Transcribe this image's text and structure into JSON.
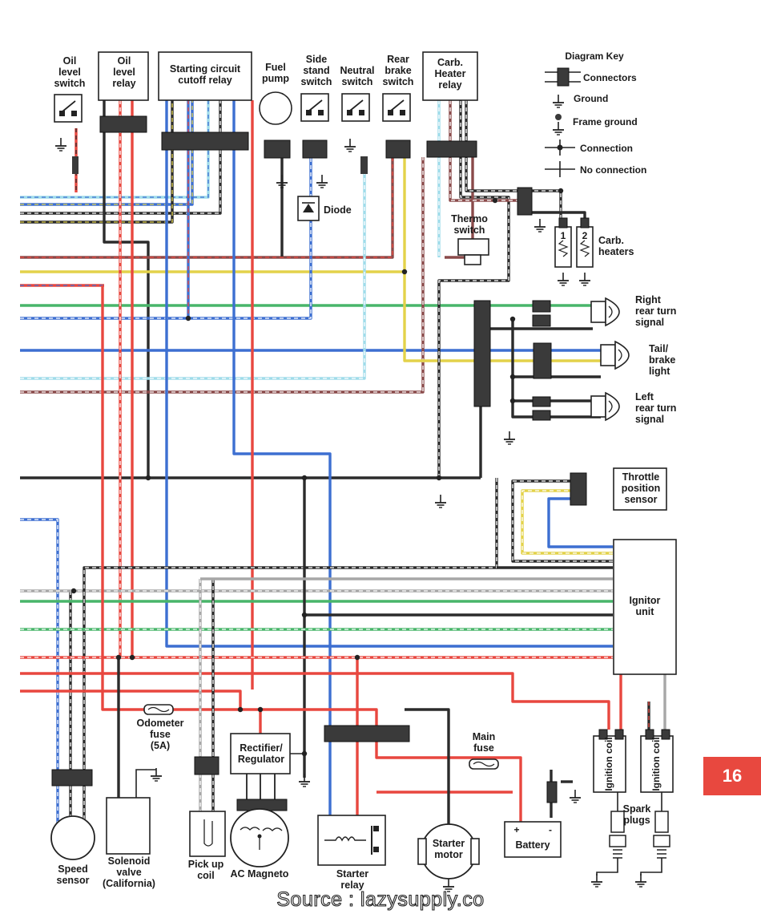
{
  "components": {
    "oil_level_switch": [
      "Oil",
      "level",
      "switch"
    ],
    "oil_level_relay": [
      "Oil",
      "level",
      "relay"
    ],
    "starting_circuit": [
      "Starting circuit",
      "cutoff relay"
    ],
    "fuel_pump": [
      "Fuel",
      "pump"
    ],
    "side_stand_switch": [
      "Side",
      "stand",
      "switch"
    ],
    "neutral_switch": [
      "Neutral",
      "switch"
    ],
    "rear_brake_switch": [
      "Rear",
      "brake",
      "switch"
    ],
    "carb_heater_relay": [
      "Carb.",
      "Heater",
      "relay"
    ],
    "diode": "Diode",
    "thermo_switch": [
      "Thermo",
      "switch"
    ],
    "carb_heaters": [
      "Carb.",
      "heaters"
    ],
    "carb_heater_numbers": [
      "1",
      "2"
    ],
    "right_rear_turn": [
      "Right",
      "rear turn",
      "signal"
    ],
    "tail_brake_light": [
      "Tail/",
      "brake",
      "light"
    ],
    "left_rear_turn": [
      "Left",
      "rear turn",
      "signal"
    ],
    "throttle_position": [
      "Throttle",
      "position",
      "sensor"
    ],
    "ignitor_unit": [
      "Ignitor",
      "unit"
    ],
    "ignition_coil": "Ignition coil",
    "spark_plugs": [
      "Spark",
      "plugs"
    ],
    "odometer_fuse": [
      "Odometer",
      "fuse",
      "(5A)"
    ],
    "rectifier": [
      "Rectifier/",
      "Regulator"
    ],
    "main_fuse": [
      "Main",
      "fuse"
    ],
    "battery": "Battery",
    "battery_plus": "+",
    "battery_minus": "-",
    "starter_motor": [
      "Starter",
      "motor"
    ],
    "starter_relay": [
      "Starter",
      "relay"
    ],
    "ac_magneto": "AC Magneto",
    "pick_up_coil": [
      "Pick up",
      "coil"
    ],
    "solenoid_valve": [
      "Solenoid",
      "valve",
      "(California)"
    ],
    "speed_sensor": [
      "Speed",
      "sensor"
    ]
  },
  "diagram_key": {
    "title": "Diagram Key",
    "items": [
      "Connectors",
      "Ground",
      "Frame ground",
      "Connection",
      "No connection"
    ]
  },
  "page_number": "16",
  "source_caption": "Source : lazysupply.co",
  "wire_colors": {
    "blue": "#3d6fd1",
    "red": "#e8473f",
    "black": "#2b2b2b",
    "green": "#49b56a",
    "yellow": "#e3d24a",
    "light_blue": "#9fdcea",
    "brown": "#8a4a4a",
    "gray": "#a7a7a7",
    "white": "#ffffff"
  },
  "accent_color": "#e8483f"
}
